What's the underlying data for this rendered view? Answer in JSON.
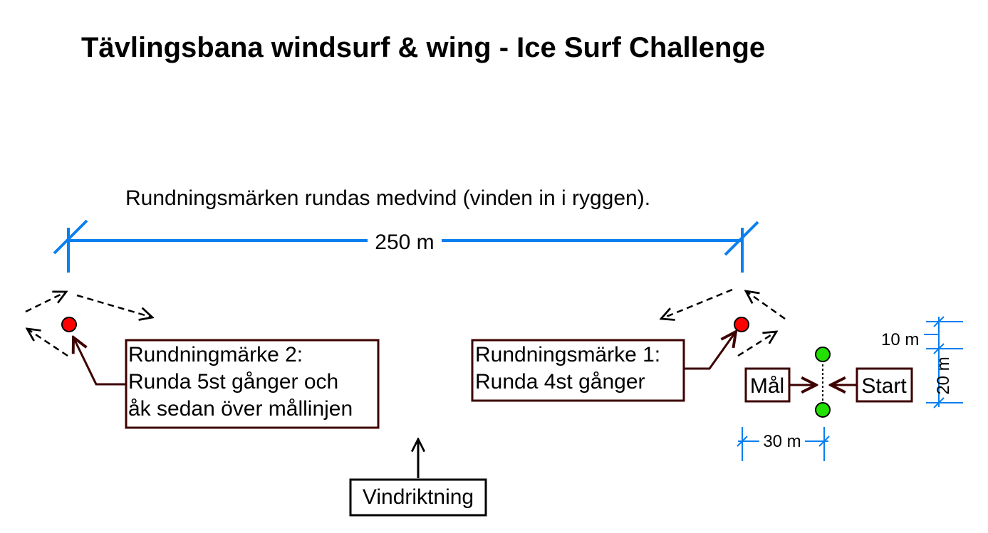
{
  "title": "Tävlingsbana windsurf & wing - Ice Surf Challenge",
  "note": "Rundningsmärken rundas medvind (vinden in i ryggen).",
  "dimensions": {
    "course_length": "250 m",
    "line_offset": "10 m",
    "line_width": "20 m",
    "line_depth": "30 m"
  },
  "mark2": {
    "line1": "Rundningmärke 2:",
    "line2": "Runda 5st gånger och",
    "line3": "åk sedan över mållinjen"
  },
  "mark1": {
    "line1": "Rundningsmärke 1:",
    "line2": "Runda 4st gånger"
  },
  "finish_label": "Mål",
  "start_label": "Start",
  "wind_label": "Vindriktning",
  "colors": {
    "dimension": "#0a7ff0",
    "leader": "#3d0000",
    "mark": "#ff0000",
    "gate": "#22e000"
  }
}
